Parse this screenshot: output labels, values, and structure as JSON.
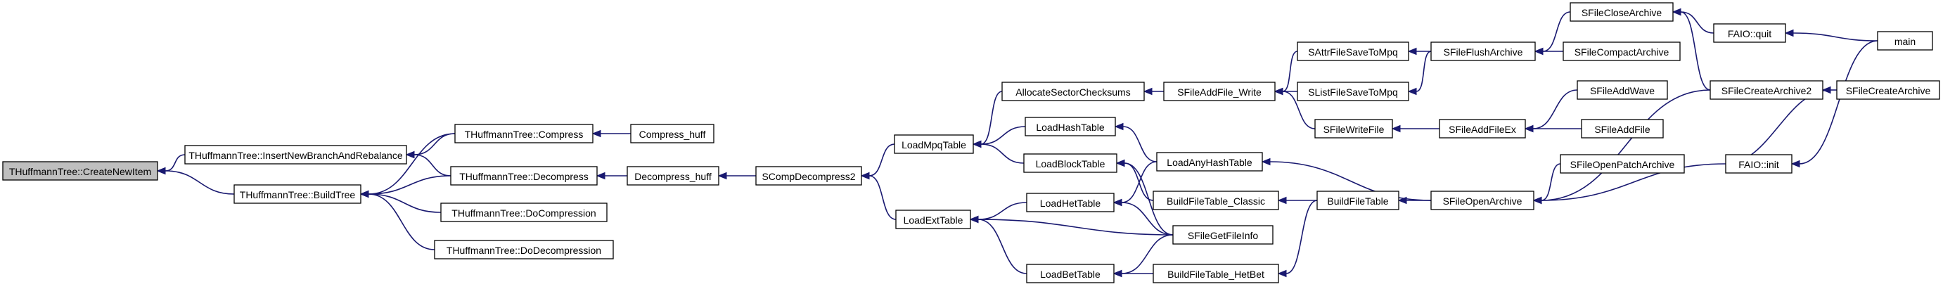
{
  "graph": {
    "colors": {
      "edge": "#191970",
      "node_fill": "#ffffff",
      "selected_fill": "#bfbfbf",
      "node_stroke": "#000000"
    },
    "nodes": [
      {
        "id": "createNewItem",
        "label": "THuffmannTree::CreateNewItem",
        "selected": true,
        "interactable": false
      },
      {
        "id": "insertNewBranch",
        "label": "THuffmannTree::InsertNewBranchAndRebalance"
      },
      {
        "id": "buildTree",
        "label": "THuffmannTree::BuildTree"
      },
      {
        "id": "compress",
        "label": "THuffmannTree::Compress"
      },
      {
        "id": "decompress",
        "label": "THuffmannTree::Decompress"
      },
      {
        "id": "doCompression",
        "label": "THuffmannTree::DoCompression"
      },
      {
        "id": "doDecompression",
        "label": "THuffmannTree::DoDecompression"
      },
      {
        "id": "compressHuff",
        "label": "Compress_huff"
      },
      {
        "id": "decompressHuff",
        "label": "Decompress_huff"
      },
      {
        "id": "scompDecompress2",
        "label": "SCompDecompress2"
      },
      {
        "id": "loadMpqTable",
        "label": "LoadMpqTable"
      },
      {
        "id": "loadExtTable",
        "label": "LoadExtTable"
      },
      {
        "id": "allocateSectorChecksums",
        "label": "AllocateSectorChecksums"
      },
      {
        "id": "loadHashTable",
        "label": "LoadHashTable"
      },
      {
        "id": "loadBlockTable",
        "label": "LoadBlockTable"
      },
      {
        "id": "loadHetTable",
        "label": "LoadHetTable"
      },
      {
        "id": "loadBetTable",
        "label": "LoadBetTable"
      },
      {
        "id": "sfileAddFileWrite",
        "label": "SFileAddFile_Write"
      },
      {
        "id": "loadAnyHashTable",
        "label": "LoadAnyHashTable"
      },
      {
        "id": "buildFileTableClassic",
        "label": "BuildFileTable_Classic"
      },
      {
        "id": "sfileGetFileInfo",
        "label": "SFileGetFileInfo"
      },
      {
        "id": "buildFileTableHetBet",
        "label": "BuildFileTable_HetBet"
      },
      {
        "id": "sattrFileSaveToMpq",
        "label": "SAttrFileSaveToMpq"
      },
      {
        "id": "slistFileSaveToMpq",
        "label": "SListFileSaveToMpq"
      },
      {
        "id": "sfileWriteFile",
        "label": "SFileWriteFile"
      },
      {
        "id": "buildFileTable",
        "label": "BuildFileTable"
      },
      {
        "id": "sfileFlushArchive",
        "label": "SFileFlushArchive"
      },
      {
        "id": "sfileAddFileEx",
        "label": "SFileAddFileEx"
      },
      {
        "id": "sfileOpenArchive",
        "label": "SFileOpenArchive"
      },
      {
        "id": "sfileCloseArchive",
        "label": "SFileCloseArchive"
      },
      {
        "id": "sfileCompactArchive",
        "label": "SFileCompactArchive"
      },
      {
        "id": "sfileAddWave",
        "label": "SFileAddWave"
      },
      {
        "id": "sfileAddFile",
        "label": "SFileAddFile"
      },
      {
        "id": "sfileOpenPatchArchive",
        "label": "SFileOpenPatchArchive"
      },
      {
        "id": "sfileCreateArchive2",
        "label": "SFileCreateArchive2"
      },
      {
        "id": "faioQuit",
        "label": "FAIO::quit"
      },
      {
        "id": "faioInit",
        "label": "FAIO::init"
      },
      {
        "id": "sfileCreateArchive",
        "label": "SFileCreateArchive"
      },
      {
        "id": "main",
        "label": "main"
      }
    ],
    "edges": [
      [
        "insertNewBranch",
        "createNewItem"
      ],
      [
        "buildTree",
        "createNewItem"
      ],
      [
        "compress",
        "insertNewBranch"
      ],
      [
        "decompress",
        "insertNewBranch"
      ],
      [
        "compress",
        "buildTree"
      ],
      [
        "decompress",
        "buildTree"
      ],
      [
        "doCompression",
        "buildTree"
      ],
      [
        "doDecompression",
        "buildTree"
      ],
      [
        "compressHuff",
        "compress"
      ],
      [
        "decompressHuff",
        "decompress"
      ],
      [
        "scompDecompress2",
        "decompressHuff"
      ],
      [
        "loadMpqTable",
        "scompDecompress2"
      ],
      [
        "loadExtTable",
        "scompDecompress2"
      ],
      [
        "allocateSectorChecksums",
        "loadMpqTable"
      ],
      [
        "loadHashTable",
        "loadMpqTable"
      ],
      [
        "loadBlockTable",
        "loadMpqTable"
      ],
      [
        "loadHetTable",
        "loadExtTable"
      ],
      [
        "loadBetTable",
        "loadExtTable"
      ],
      [
        "sfileGetFileInfo",
        "loadExtTable"
      ],
      [
        "sfileAddFileWrite",
        "allocateSectorChecksums"
      ],
      [
        "loadAnyHashTable",
        "loadHashTable"
      ],
      [
        "loadAnyHashTable",
        "loadHetTable"
      ],
      [
        "buildFileTableClassic",
        "loadBlockTable"
      ],
      [
        "sfileGetFileInfo",
        "loadBlockTable"
      ],
      [
        "sfileGetFileInfo",
        "loadHetTable"
      ],
      [
        "sfileGetFileInfo",
        "loadBetTable"
      ],
      [
        "buildFileTableHetBet",
        "loadBetTable"
      ],
      [
        "sattrFileSaveToMpq",
        "sfileAddFileWrite"
      ],
      [
        "slistFileSaveToMpq",
        "sfileAddFileWrite"
      ],
      [
        "sfileWriteFile",
        "sfileAddFileWrite"
      ],
      [
        "buildFileTable",
        "buildFileTableClassic"
      ],
      [
        "buildFileTable",
        "buildFileTableHetBet"
      ],
      [
        "sfileOpenArchive",
        "loadAnyHashTable"
      ],
      [
        "sfileFlushArchive",
        "sattrFileSaveToMpq"
      ],
      [
        "sfileFlushArchive",
        "slistFileSaveToMpq"
      ],
      [
        "sfileAddFileEx",
        "sfileWriteFile"
      ],
      [
        "sfileOpenArchive",
        "buildFileTable"
      ],
      [
        "sfileCloseArchive",
        "sfileFlushArchive"
      ],
      [
        "sfileCompactArchive",
        "sfileFlushArchive"
      ],
      [
        "sfileAddWave",
        "sfileAddFileEx"
      ],
      [
        "sfileAddFile",
        "sfileAddFileEx"
      ],
      [
        "sfileOpenPatchArchive",
        "sfileOpenArchive"
      ],
      [
        "sfileCreateArchive2",
        "sfileOpenArchive"
      ],
      [
        "faioInit",
        "sfileOpenArchive"
      ],
      [
        "faioQuit",
        "sfileCloseArchive"
      ],
      [
        "sfileCreateArchive2",
        "sfileCloseArchive"
      ],
      [
        "sfileCreateArchive",
        "sfileCreateArchive2"
      ],
      [
        "faioInit",
        "sfileCreateArchive2"
      ],
      [
        "main",
        "faioQuit"
      ],
      [
        "main",
        "faioInit"
      ]
    ]
  }
}
